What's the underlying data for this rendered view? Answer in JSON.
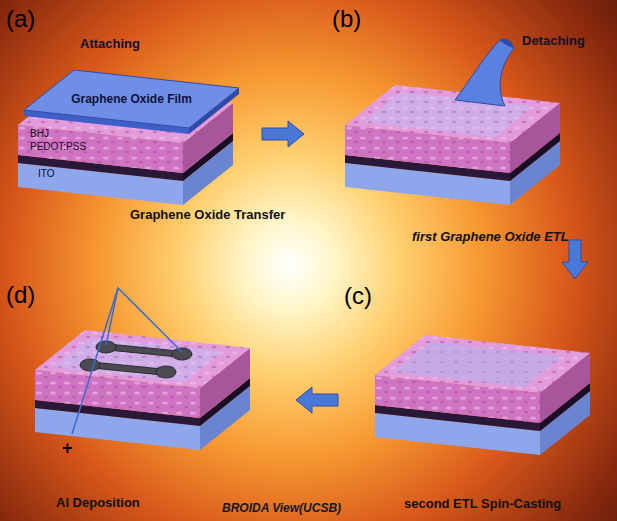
{
  "diagram": {
    "nodes": [
      {
        "text": [
          "Graphene Oxide Film"
        ]
      }
    ],
    "labels": [
      "(a)",
      "Attaching",
      "BHJ",
      "PEDOT:PSS",
      "ITO",
      "(b)",
      "Detaching",
      "Graphene Oxide Transfer",
      "first Graphene Oxide ETL",
      "(c)",
      "second ETL Spin-Casting",
      "(d)",
      "+",
      "Al Deposition",
      "BROIDA View(UCSB)"
    ]
  }
}
